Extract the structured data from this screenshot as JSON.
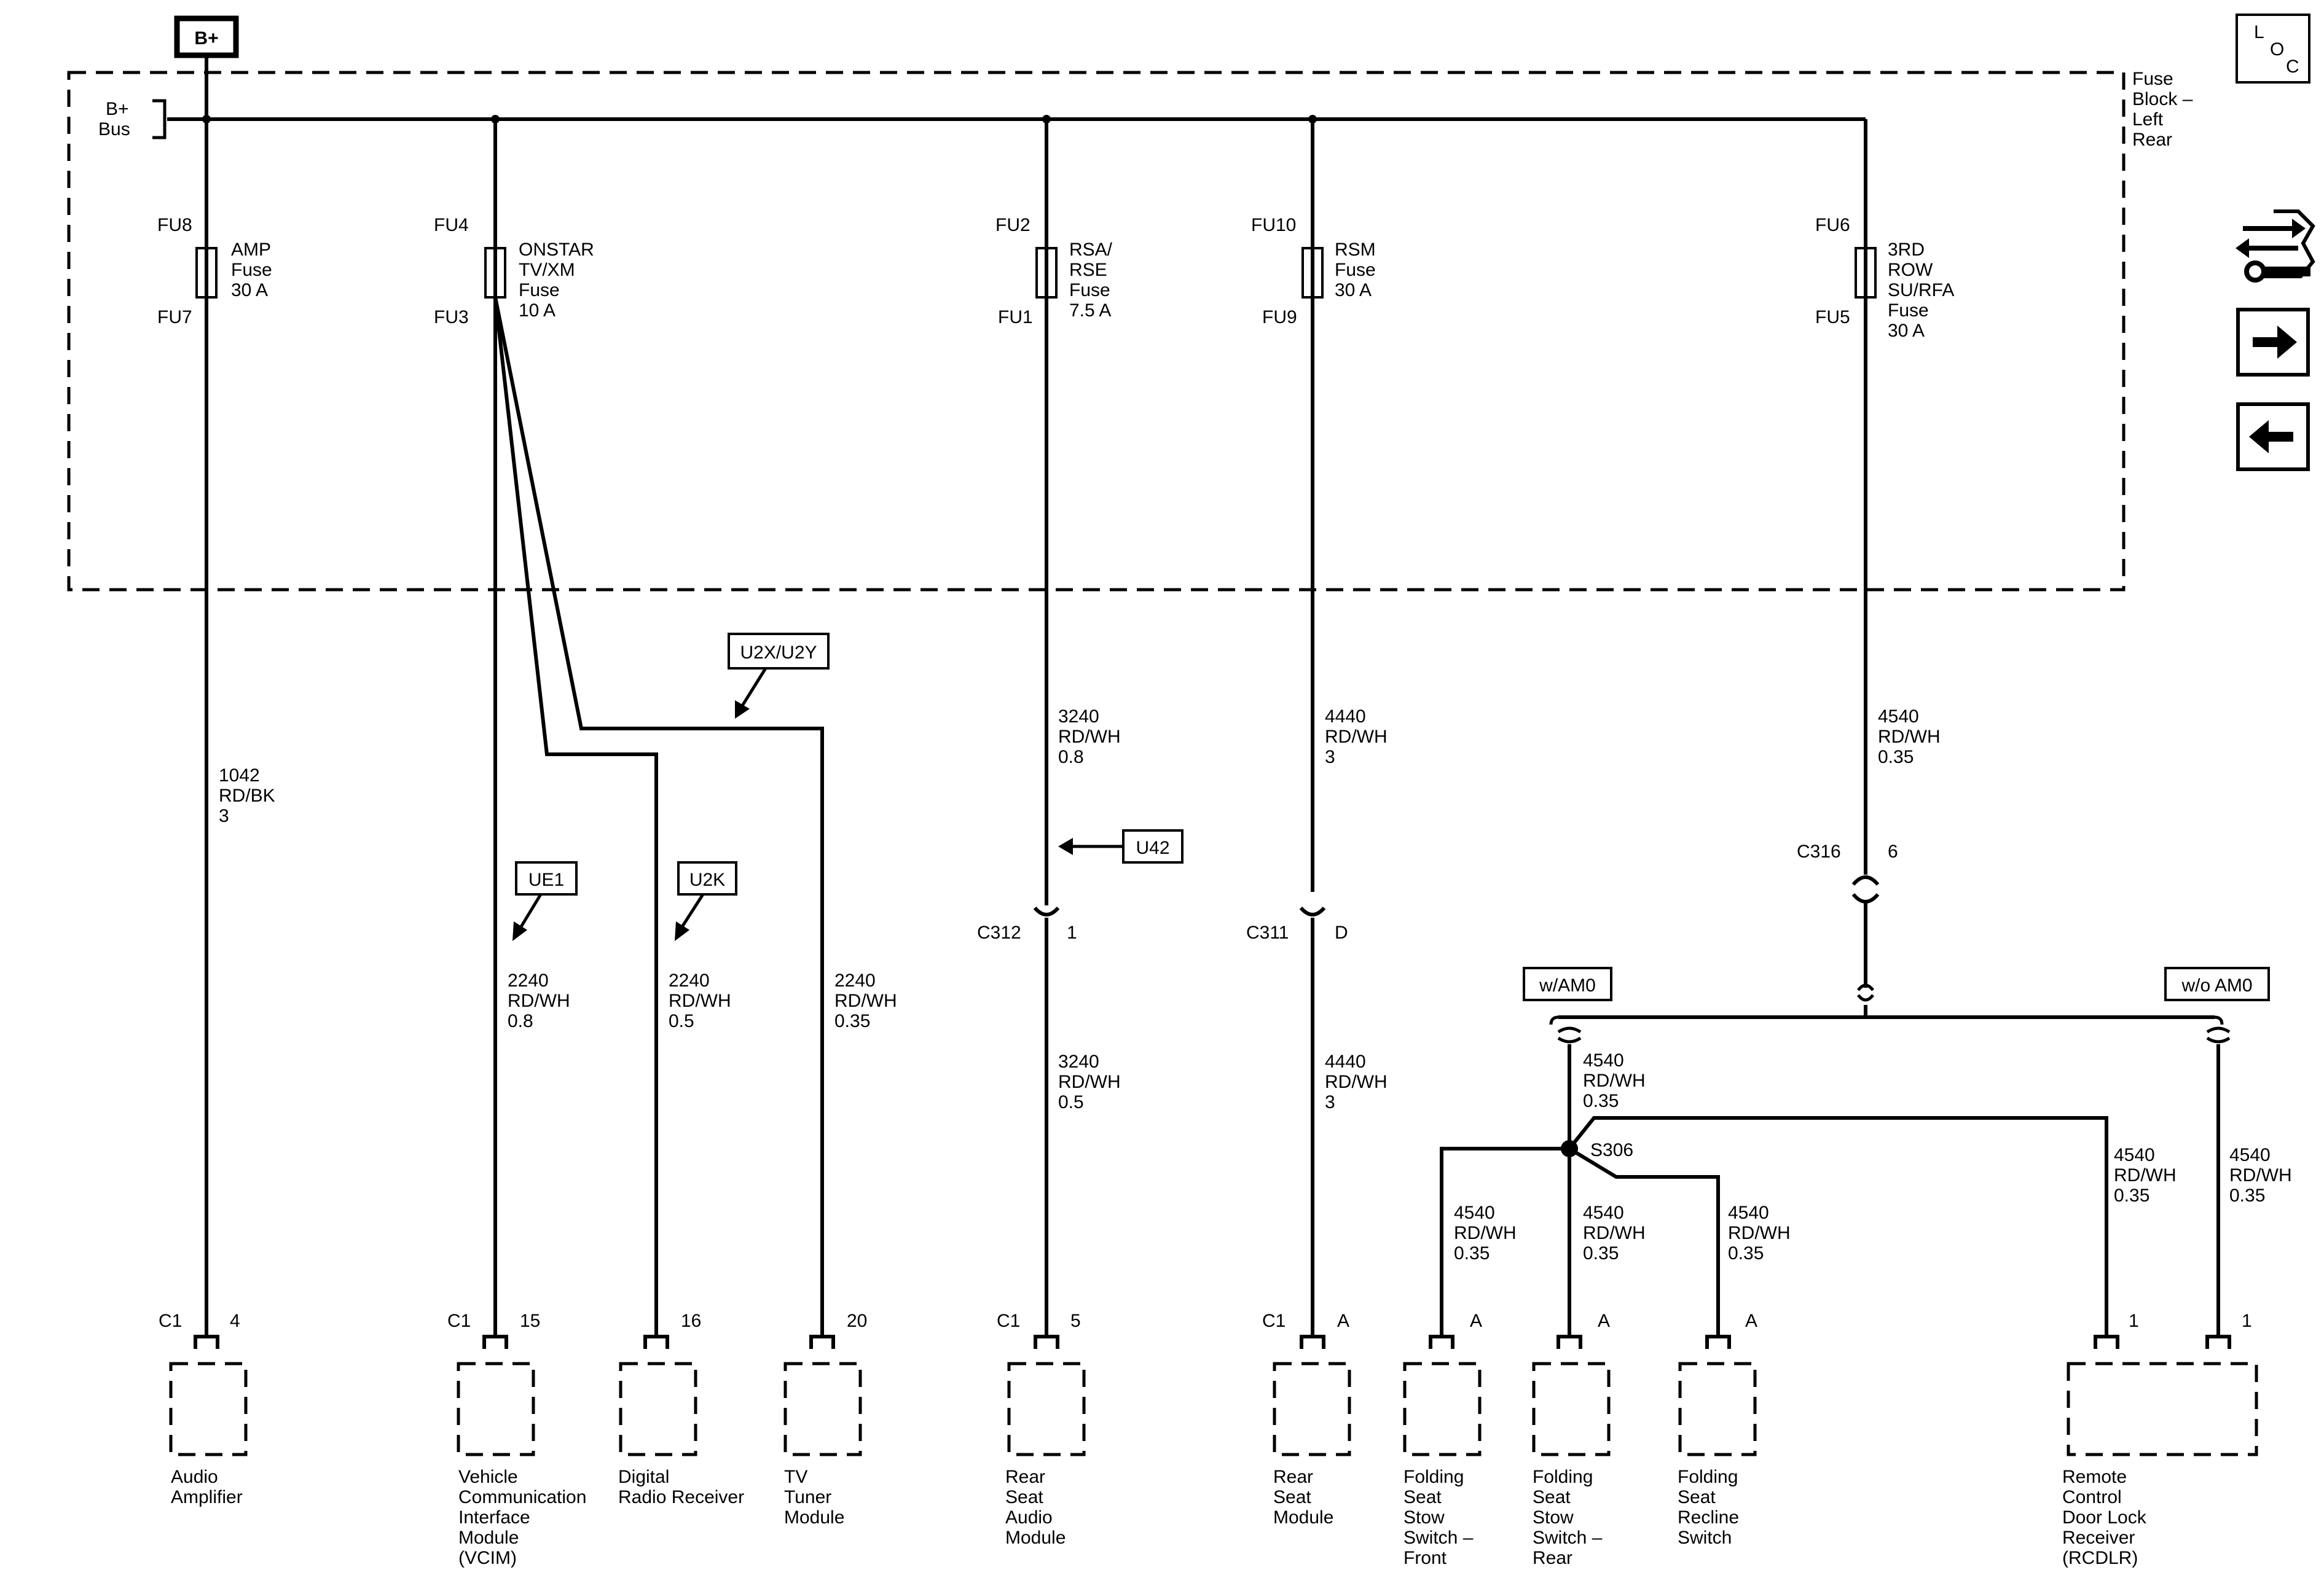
{
  "supply": {
    "label": "B+",
    "bus_label": [
      "B+",
      "Bus"
    ]
  },
  "fuse_block": {
    "label": [
      "Fuse",
      "Block –",
      "Left",
      "Rear"
    ]
  },
  "nav": {
    "loc": [
      "L",
      "O",
      "C"
    ]
  },
  "icons": {
    "repair": "wrench-arrows-icon",
    "next": "arrow-right-icon",
    "prev": "arrow-left-icon"
  },
  "fuses": [
    {
      "in": "FU8",
      "out": "FU7",
      "name": [
        "AMP",
        "Fuse",
        "30 A"
      ]
    },
    {
      "in": "FU4",
      "out": "FU3",
      "name": [
        "ONSTAR",
        "TV/XM",
        "Fuse",
        "10 A"
      ]
    },
    {
      "in": "FU2",
      "out": "FU1",
      "name": [
        "RSA/",
        "RSE",
        "Fuse",
        "7.5 A"
      ]
    },
    {
      "in": "FU10",
      "out": "FU9",
      "name": [
        "RSM",
        "Fuse",
        "30 A"
      ]
    },
    {
      "in": "FU6",
      "out": "FU5",
      "name": [
        "3RD",
        "ROW",
        "SU/RFA",
        "Fuse",
        "30 A"
      ]
    }
  ],
  "options": {
    "u2xu2y": "U2X/U2Y",
    "ue1": "UE1",
    "u2k": "U2K",
    "u42": "U42",
    "wam0": "w/AM0",
    "woam0": "w/o AM0"
  },
  "wires": {
    "amp": [
      "1042",
      "RD/BK",
      "3"
    ],
    "vcim": [
      "2240",
      "RD/WH",
      "0.8"
    ],
    "drr": [
      "2240",
      "RD/WH",
      "0.5"
    ],
    "tv": [
      "2240",
      "RD/WH",
      "0.35"
    ],
    "rsa_upper": [
      "3240",
      "RD/WH",
      "0.8"
    ],
    "rsa_lower": [
      "3240",
      "RD/WH",
      "0.5"
    ],
    "rsm_upper": [
      "4440",
      "RD/WH",
      "3"
    ],
    "rsm_lower": [
      "4440",
      "RD/WH",
      "3"
    ],
    "row3_upper": [
      "4540",
      "RD/WH",
      "0.35"
    ],
    "row3_splice_in": [
      "4540",
      "RD/WH",
      "0.35"
    ],
    "fssf": [
      "4540",
      "RD/WH",
      "0.35"
    ],
    "fssr": [
      "4540",
      "RD/WH",
      "0.35"
    ],
    "fsrs": [
      "4540",
      "RD/WH",
      "0.35"
    ],
    "rcdlr_a": [
      "4540",
      "RD/WH",
      "0.35"
    ],
    "rcdlr_b": [
      "4540",
      "RD/WH",
      "0.35"
    ]
  },
  "inline_connectors": {
    "c312": {
      "name": "C312",
      "pin": "1"
    },
    "c311": {
      "name": "C311",
      "pin": "D"
    },
    "c316": {
      "name": "C316",
      "pin": "6"
    }
  },
  "splice": "S306",
  "components": [
    {
      "conn": "C1",
      "pin": "4",
      "label": [
        "Audio",
        "Amplifier"
      ]
    },
    {
      "conn": "C1",
      "pin": "15",
      "label": [
        "Vehicle",
        "Communication",
        "Interface",
        "Module",
        "(VCIM)"
      ]
    },
    {
      "conn": "",
      "pin": "16",
      "label": [
        "Digital",
        "Radio Receiver"
      ]
    },
    {
      "conn": "",
      "pin": "20",
      "label": [
        "TV",
        "Tuner",
        "Module"
      ]
    },
    {
      "conn": "C1",
      "pin": "5",
      "label": [
        "Rear",
        "Seat",
        "Audio",
        "Module"
      ]
    },
    {
      "conn": "C1",
      "pin": "A",
      "label": [
        "Rear",
        "Seat",
        "Module"
      ]
    },
    {
      "conn": "",
      "pin": "A",
      "label": [
        "Folding",
        "Seat",
        "Stow",
        "Switch –",
        "Front"
      ]
    },
    {
      "conn": "",
      "pin": "A",
      "label": [
        "Folding",
        "Seat",
        "Stow",
        "Switch –",
        "Rear"
      ]
    },
    {
      "conn": "",
      "pin": "A",
      "label": [
        "Folding",
        "Seat",
        "Recline",
        "Switch"
      ]
    },
    {
      "conn": "",
      "pin": "1",
      "label": [
        "Remote",
        "Control",
        "Door Lock",
        "Receiver",
        "(RCDLR)"
      ]
    },
    {
      "conn": "",
      "pin": "1",
      "label": []
    }
  ]
}
